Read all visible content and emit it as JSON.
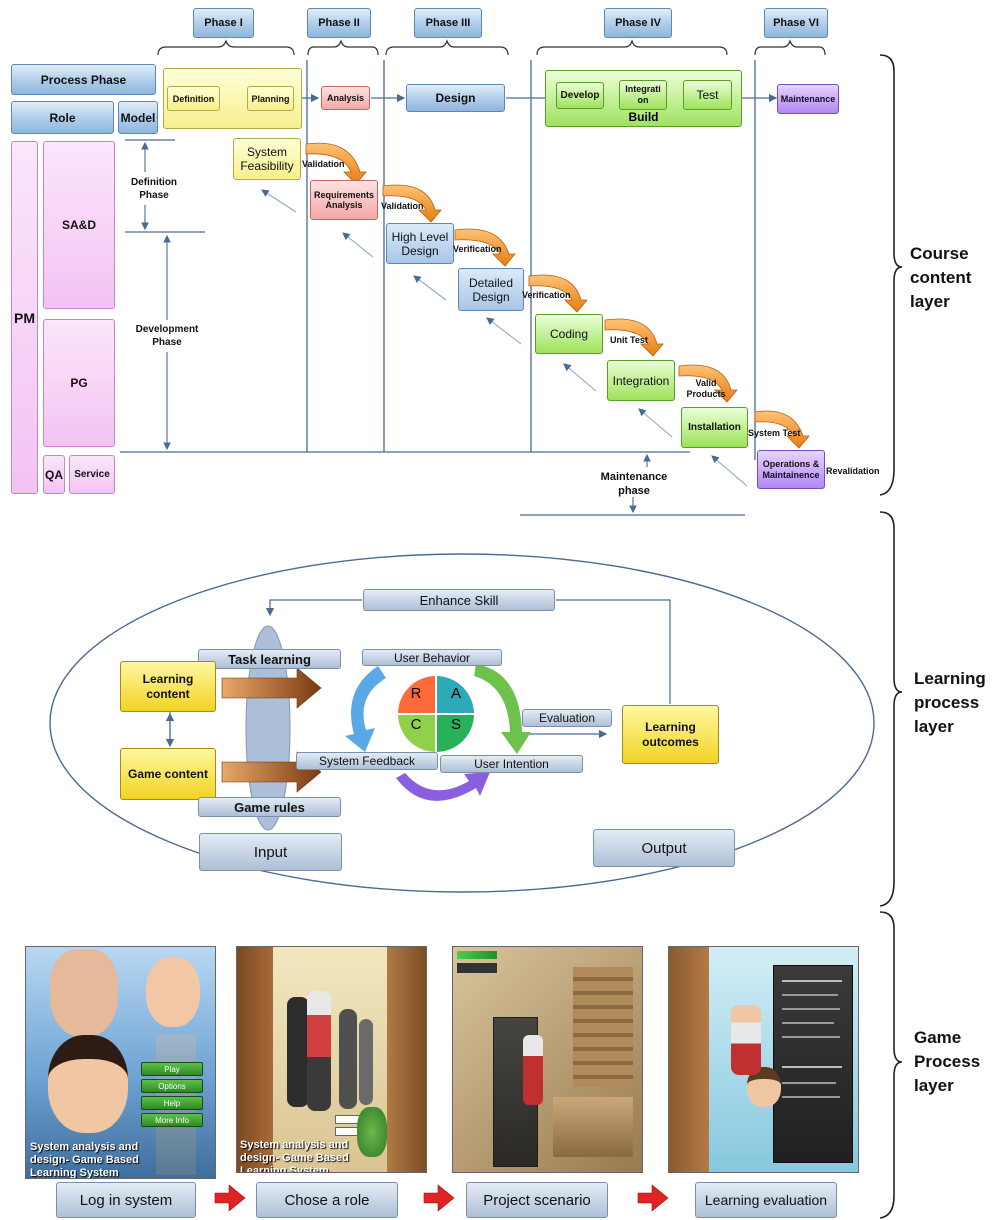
{
  "phases": [
    "Phase I",
    "Phase II",
    "Phase III",
    "Phase IV",
    "Phase VI"
  ],
  "left": {
    "process_phase": "Process Phase",
    "role": "Role",
    "model": "Model",
    "pm": "PM",
    "sad": "SA&D",
    "pg": "PG",
    "qa": "QA",
    "service": "Service",
    "definition_phase": "Definition Phase",
    "development_phase": "Development Phase"
  },
  "process_row": {
    "definition": "Definition",
    "planning": "Planning",
    "analysis": "Analysis",
    "design": "Design",
    "develop": "Develop",
    "integration": "Integrati on",
    "test": "Test",
    "build": "Build",
    "maintenance": "Maintenance"
  },
  "waterfall": {
    "system_feasibility": "System Feasibility",
    "requirements_analysis": "Requirements Analysis",
    "high_level_design": "High Level Design",
    "detailed_design": "Detailed Design",
    "coding": "Coding",
    "integration": "Integration",
    "installation": "Installation",
    "operations": "Operations & Maintainence",
    "validation1": "Validation",
    "validation2": "Validation",
    "verification1": "Verification",
    "verification2": "Verification",
    "unit_test": "Unit Test",
    "valid_products": "Valid Products",
    "system_test": "System Test",
    "revalidation": "Revalidation",
    "maintenance_phase": "Maintenance phase"
  },
  "learning": {
    "enhance_skill": "Enhance Skill",
    "task_learning": "Task learning",
    "learning_content": "Learning content",
    "game_content": "Game content",
    "game_rules": "Game rules",
    "input": "Input",
    "user_behavior": "User Behavior",
    "system_feedback": "System Feedback",
    "user_intention": "User Intention",
    "evaluation": "Evaluation",
    "learning_outcomes": "Learning outcomes",
    "output": "Output",
    "rac_r": "R",
    "rac_a": "A",
    "rac_c": "C",
    "rac_s": "S"
  },
  "layers": {
    "course": "Course content layer",
    "learning": "Learning process layer",
    "game": "Game Process layer"
  },
  "game": {
    "screen1_caption": "System analysis and design- Game Based Learning System",
    "screen1_menu": [
      "Play",
      "Options",
      "Help",
      "More Info"
    ],
    "screen2_caption": "System analysis and design- Game Based Learning System",
    "steps": [
      "Log in system",
      "Chose a role",
      "Project scenario",
      "Learning evaluation"
    ]
  },
  "colors": {
    "arrow_orange": "#f0962e",
    "arrow_red": "#e02020",
    "line": "#4a6a96"
  }
}
